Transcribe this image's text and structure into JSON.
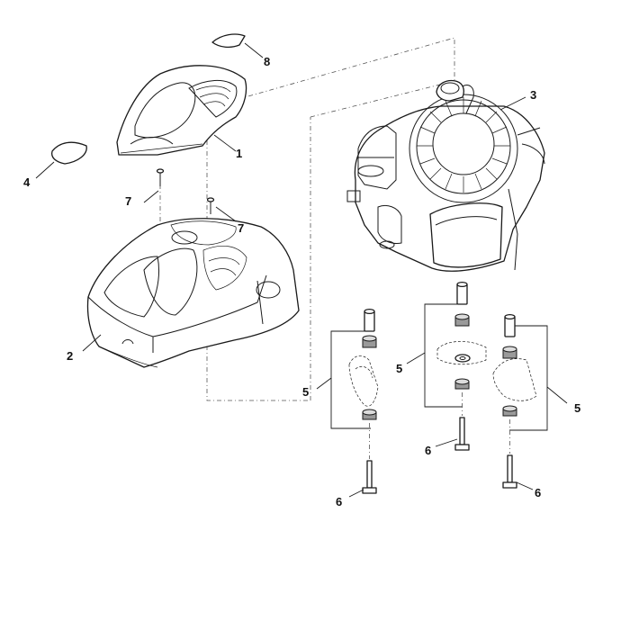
{
  "diagram": {
    "callouts": {
      "c1": "1",
      "c2": "2",
      "c3": "3",
      "c4": "4",
      "c5a": "5",
      "c5b": "5",
      "c5c": "5",
      "c6a": "6",
      "c6b": "6",
      "c6c": "6",
      "c7a": "7",
      "c7b": "7",
      "c8": "8"
    }
  }
}
